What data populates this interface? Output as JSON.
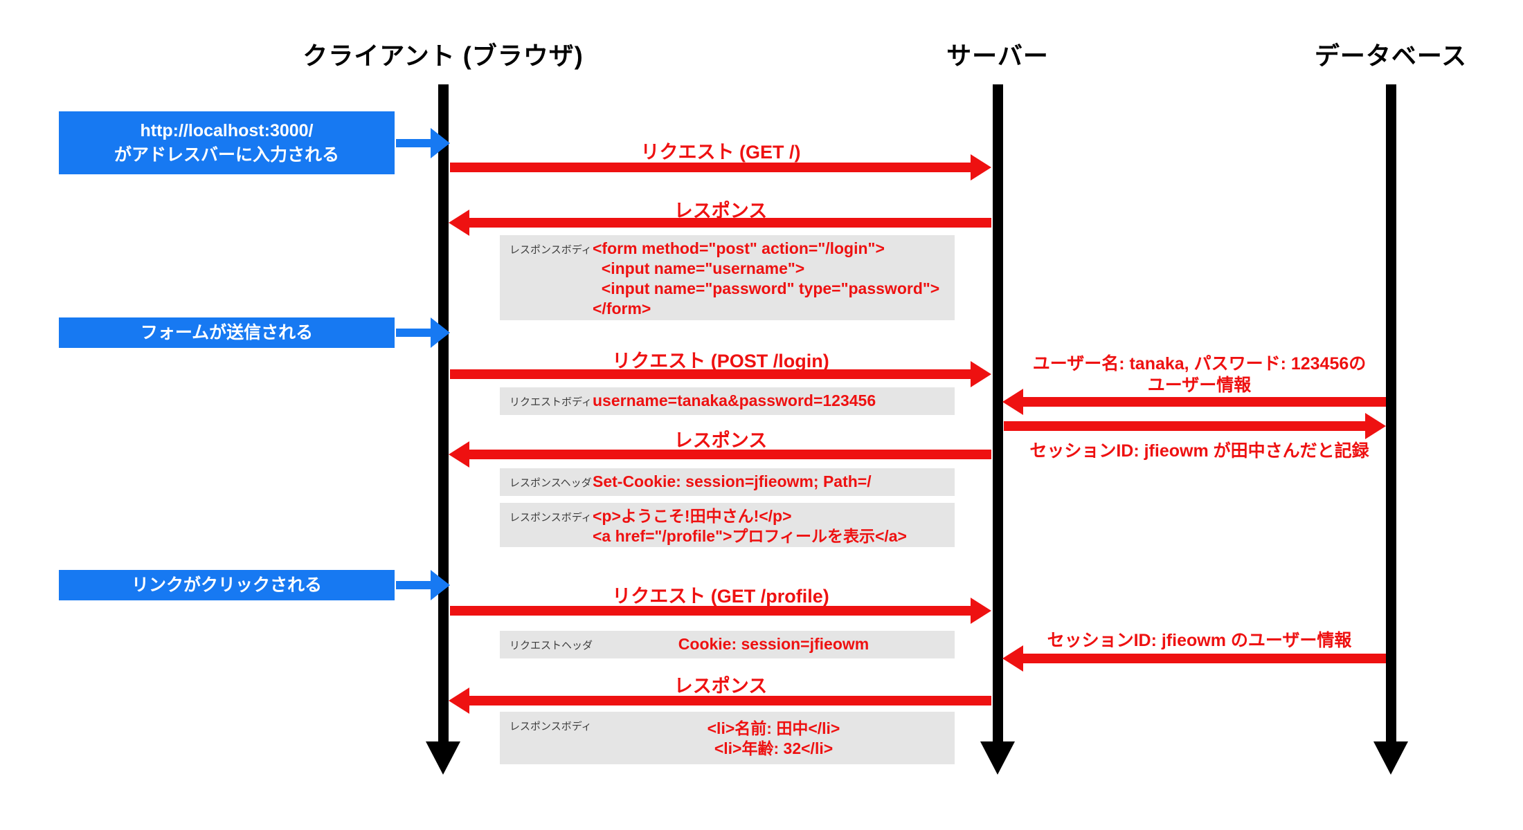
{
  "diagram_title": "HTTP session / cookie sequence diagram",
  "colors": {
    "message_red": "#ee1111",
    "note_blue": "#1779f2",
    "payload_gray": "#e5e5e5",
    "lifeline_black": "#000000",
    "background": "#ffffff"
  },
  "actors": [
    {
      "label": "クライアント (ブラウザ)"
    },
    {
      "label": "サーバー"
    },
    {
      "label": "データベース"
    }
  ],
  "notes": [
    {
      "lines": [
        "http://localhost:3000/",
        "がアドレスバーに入力される"
      ]
    },
    {
      "lines": [
        "フォームが送信される"
      ]
    },
    {
      "lines": [
        "リンクがクリックされる"
      ]
    }
  ],
  "messages": [
    {
      "label": "リクエスト (GET /)",
      "from": "client",
      "to": "server"
    },
    {
      "label": "レスポンス",
      "from": "server",
      "to": "client"
    },
    {
      "label": "リクエスト (POST /login)",
      "from": "client",
      "to": "server"
    },
    {
      "label": "レスポンス",
      "from": "server",
      "to": "client"
    },
    {
      "label": "リクエスト (GET /profile)",
      "from": "client",
      "to": "server"
    },
    {
      "label": "レスポンス",
      "from": "server",
      "to": "client"
    }
  ],
  "db_messages": [
    {
      "label_line1": "ユーザー名: tanaka, パスワード: 123456の",
      "label_line2": "ユーザー情報",
      "from": "database",
      "to": "server"
    },
    {
      "label": "セッションID: jfieowm が田中さんだと記録",
      "from": "server",
      "to": "database"
    },
    {
      "label": "セッションID: jfieowm のユーザー情報",
      "from": "database",
      "to": "server"
    }
  ],
  "payloads": [
    {
      "label": "レスポンスボディ",
      "code": [
        "<form method=\"post\" action=\"/login\">",
        "  <input name=\"username\">",
        "  <input name=\"password\" type=\"password\">",
        "</form>"
      ]
    },
    {
      "label": "リクエストボディ",
      "code": [
        "username=tanaka&password=123456"
      ]
    },
    {
      "label": "レスポンスヘッダ",
      "code": [
        "Set-Cookie: session=jfieowm; Path=/"
      ]
    },
    {
      "label": "レスポンスボディ",
      "code": [
        "<p>ようこそ!田中さん!</p>",
        "<a href=\"/profile\">プロフィールを表示</a>"
      ]
    },
    {
      "label": "リクエストヘッダ",
      "code": [
        "Cookie: session=jfieowm"
      ]
    },
    {
      "label": "レスポンスボディ",
      "code": [
        "<li>名前: 田中</li>",
        "<li>年齢: 32</li>"
      ]
    }
  ]
}
